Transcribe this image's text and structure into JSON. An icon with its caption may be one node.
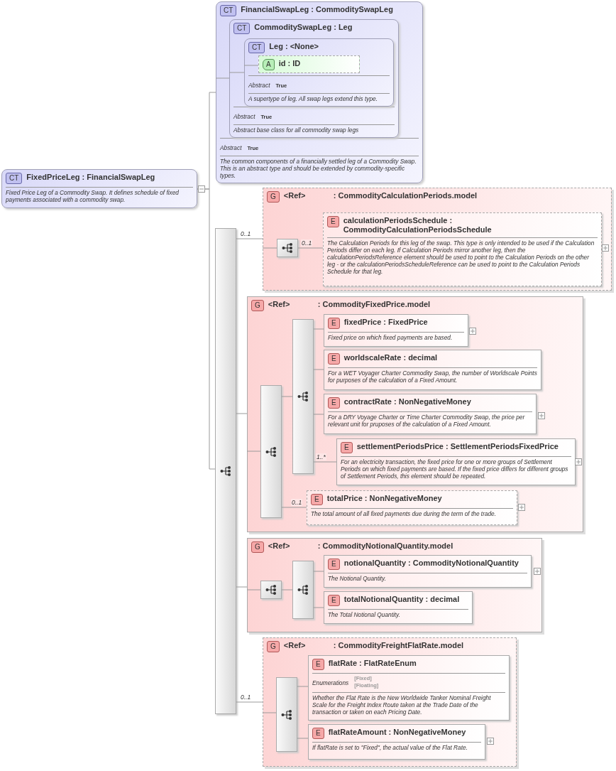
{
  "diagram": {
    "nodes": [
      {
        "text": [
          "CT",
          "FixedPriceLeg : FinancialSwapLeg",
          "Fixed Price Leg of a Commodity Swap. It defines schedule of fixed payments associated with a commodity swap."
        ]
      },
      {
        "text": [
          "CT",
          "FinancialSwapLeg : CommoditySwapLeg",
          "Abstract",
          "True",
          "The common components of a financially settled leg of a Commodity Swap. This is an abstract type and should be extended by commodity-specific types."
        ]
      },
      {
        "text": [
          "CT",
          "CommoditySwapLeg : Leg",
          "Abstract",
          "True",
          "Abstract base class for all commodity swap legs"
        ],
        "in": 1
      },
      {
        "text": [
          "CT",
          "Leg : <None>",
          "Abstract",
          "True",
          "A supertype of leg. All swap legs extend this type."
        ],
        "in": 2
      },
      {
        "text": [
          "A",
          "id : ID"
        ],
        "in": 3
      },
      {
        "text": [],
        "shape": "bar"
      },
      {
        "text": [
          "G",
          "<Ref>",
          ": CommodityCalculationPeriods.model"
        ]
      },
      {
        "text": [],
        "shape": "box",
        "in": 6
      },
      {
        "text": [
          "E",
          "calculationPeriodsSchedule : CommodityCalculationPeriodsSchedule",
          "The Calculation Periods for this leg of the swap. This type is only intended to be used if the Calculation Periods differ on each leg. If Calculation Periods mirror another leg, then the calculationPeriodsReference element should be used to point to the Calculation Periods on the other leg - or the calculationPeriodsScheduleReference can be used to point to the Calculation Periods Schedule for that leg."
        ],
        "in": 6
      },
      {
        "text": [
          "G",
          "<Ref>",
          ": CommodityFixedPrice.model"
        ]
      },
      {
        "text": [],
        "shape": "bar",
        "in": 9
      },
      {
        "text": [],
        "shape": "bar",
        "in": 9
      },
      {
        "text": [
          "E",
          "fixedPrice : FixedPrice",
          "Fixed price on which fixed payments are based."
        ],
        "in": 9
      },
      {
        "text": [
          "E",
          "worldscaleRate : decimal",
          "For a WET Voyager Charter Commodity Swap, the number of Worldscale Points for purposes of the calculation of a Fixed Amount."
        ],
        "in": 9
      },
      {
        "text": [
          "E",
          "contractRate : NonNegativeMoney",
          "For a DRY Voyage Charter or Time Charter Commodity Swap, the price per relevant unit for pruposes of the calculation of a Fixed Amount."
        ],
        "in": 9
      },
      {
        "text": [
          "E",
          "settlementPeriodsPrice : SettlementPeriodsFixedPrice",
          "For an electricity transaction, the fixed price for one or more groups of Settlement Periods on which fixed payments are based. If the fixed price differs for different groups of Settlement Periods, this element should be repeated."
        ],
        "in": 9
      },
      {
        "text": [
          "E",
          "totalPrice : NonNegativeMoney",
          "The total amount of all fixed payments due during the term of the trade."
        ],
        "in": 9
      },
      {
        "text": [
          "G",
          "<Ref>",
          ": CommodityNotionalQuantity.model"
        ]
      },
      {
        "text": [],
        "shape": "box",
        "in": 17
      },
      {
        "text": [],
        "shape": "bar",
        "in": 17
      },
      {
        "text": [
          "E",
          "notionalQuantity : CommodityNotionalQuantity",
          "The Notional Quantity."
        ],
        "in": 17
      },
      {
        "text": [
          "E",
          "totalNotionalQuantity : decimal",
          "The Total Notional Quantity."
        ],
        "in": 17
      },
      {
        "text": [
          "G",
          "<Ref>",
          ": CommodityFreightFlatRate.model"
        ]
      },
      {
        "text": [],
        "shape": "bar",
        "in": 22
      },
      {
        "text": [
          "E",
          "flatRate : FlatRateEnum",
          "Enumerations",
          "[Fixed]",
          "[Floating]",
          "Whether the Flat Rate is the New Worldwide Tanker Nominal Freight Scale for the Freight Index Route taken at the Trade Date of the transaction or taken on each Pricing Date."
        ],
        "in": 22
      },
      {
        "text": [
          "E",
          "flatRateAmount : NonNegativeMoney",
          "If flatRate is set to \"Fixed\", the actual value of the Flat Rate."
        ],
        "in": 22
      }
    ],
    "edges": [
      {
        "from": 0,
        "to": 1,
        "arrow": "none"
      },
      {
        "from": 1,
        "to": 2,
        "arrow": "none"
      },
      {
        "from": 2,
        "to": 3,
        "arrow": "none"
      },
      {
        "from": 3,
        "to": 4,
        "arrow": "none"
      },
      {
        "from": 0,
        "to": 5,
        "arrow": "none"
      },
      {
        "from": 5,
        "to": 6,
        "arrow": "none",
        "label": "0..1"
      },
      {
        "from": 6,
        "to": 7,
        "arrow": "none"
      },
      {
        "from": 7,
        "to": 8,
        "arrow": "none",
        "label": "0..1"
      },
      {
        "from": 5,
        "to": 9,
        "arrow": "none"
      },
      {
        "from": 9,
        "to": 10,
        "arrow": "none"
      },
      {
        "from": 10,
        "to": 11,
        "arrow": "none"
      },
      {
        "from": 11,
        "to": 12,
        "arrow": "none"
      },
      {
        "from": 11,
        "to": 13,
        "arrow": "none"
      },
      {
        "from": 11,
        "to": 14,
        "arrow": "none"
      },
      {
        "from": 11,
        "to": 15,
        "arrow": "none",
        "label": "1..*"
      },
      {
        "from": 10,
        "to": 16,
        "arrow": "none",
        "label": "0..1"
      },
      {
        "from": 5,
        "to": 17,
        "arrow": "none"
      },
      {
        "from": 17,
        "to": 18,
        "arrow": "none"
      },
      {
        "from": 18,
        "to": 19,
        "arrow": "none"
      },
      {
        "from": 19,
        "to": 20,
        "arrow": "none"
      },
      {
        "from": 19,
        "to": 21,
        "arrow": "none"
      },
      {
        "from": 5,
        "to": 22,
        "arrow": "none",
        "label": "0..1"
      },
      {
        "from": 22,
        "to": 23,
        "arrow": "none"
      },
      {
        "from": 23,
        "to": 24,
        "arrow": "none"
      },
      {
        "from": 23,
        "to": 25,
        "arrow": "none"
      }
    ]
  }
}
